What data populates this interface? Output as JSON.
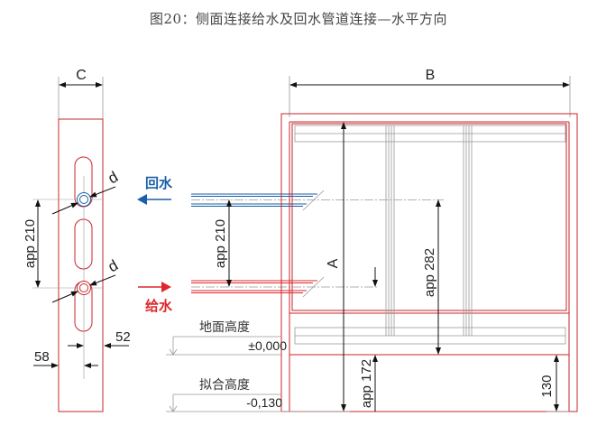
{
  "title": "图20：侧面连接给水及回水管道连接—水平方向",
  "colors": {
    "frame": "#c8262a",
    "return_pipe": "#1a5fa8",
    "supply_pipe": "#e0262a",
    "dimension": "#111111",
    "guide": "#999999"
  },
  "side_view": {
    "width_label": "C",
    "pipe_diameter_label_return": "d",
    "pipe_diameter_label_supply": "d",
    "pipe_spacing_label": "app 210",
    "offset_right_label": "52",
    "offset_left_label": "58"
  },
  "legend": {
    "return_label": "回水",
    "supply_label": "给水"
  },
  "front_view": {
    "width_label": "B",
    "height_label": "A",
    "pipe_spacing_label": "app 210",
    "upper_height_label": "app 282",
    "lower_height_label": "app 172",
    "leg_height_label": "130"
  },
  "levels": [
    {
      "name": "地面高度",
      "value": "±0,000"
    },
    {
      "name": "拟合高度",
      "value": "-0,130"
    }
  ]
}
